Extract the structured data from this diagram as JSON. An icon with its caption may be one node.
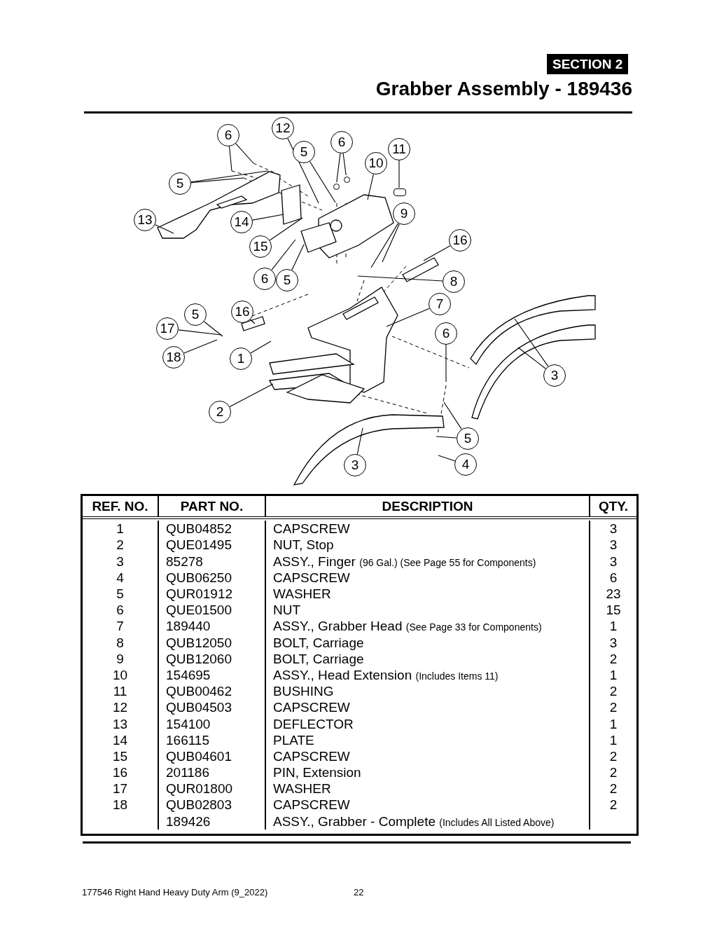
{
  "diagram": {
    "title": "Grabber Assembly - 189436",
    "nodes": [
      {
        "text": [
          "12"
        ]
      },
      {
        "text": [
          "6"
        ]
      },
      {
        "text": [
          "6"
        ]
      },
      {
        "text": [
          "11"
        ]
      },
      {
        "text": [
          "5"
        ]
      },
      {
        "text": [
          "10"
        ]
      },
      {
        "text": [
          "5"
        ]
      },
      {
        "text": [
          "9"
        ]
      },
      {
        "text": [
          "13"
        ]
      },
      {
        "text": [
          "14"
        ]
      },
      {
        "text": [
          "16"
        ]
      },
      {
        "text": [
          "15"
        ]
      },
      {
        "text": [
          "6"
        ]
      },
      {
        "text": [
          "5"
        ]
      },
      {
        "text": [
          "8"
        ]
      },
      {
        "text": [
          "7"
        ]
      },
      {
        "text": [
          "5"
        ]
      },
      {
        "text": [
          "16"
        ]
      },
      {
        "text": [
          "17"
        ]
      },
      {
        "text": [
          "6"
        ]
      },
      {
        "text": [
          "18"
        ]
      },
      {
        "text": [
          "1"
        ]
      },
      {
        "text": [
          "3"
        ]
      },
      {
        "text": [
          "2"
        ]
      },
      {
        "text": [
          "5"
        ]
      },
      {
        "text": [
          "3"
        ]
      },
      {
        "text": [
          "4"
        ]
      },
      {
        "text": [],
        "shape": "cylinder"
      },
      {
        "text": [],
        "shape": "circle"
      },
      {
        "text": [],
        "shape": "circle"
      }
    ],
    "edges": [
      {
        "from": 0,
        "to": null,
        "arrow": "none"
      },
      {
        "from": 1,
        "to": null,
        "arrow": "none"
      },
      {
        "from": 1,
        "to": null,
        "arrow": "none"
      },
      {
        "from": 2,
        "to": 29,
        "arrow": "none"
      },
      {
        "from": 2,
        "to": 28,
        "arrow": "none"
      },
      {
        "from": 3,
        "to": 27,
        "arrow": "none"
      },
      {
        "from": 4,
        "to": null,
        "arrow": "none"
      },
      {
        "from": 5,
        "to": null,
        "arrow": "none"
      },
      {
        "from": 6,
        "to": null,
        "arrow": "none"
      },
      {
        "from": 6,
        "to": null,
        "arrow": "none"
      },
      {
        "from": 7,
        "to": null,
        "arrow": "none"
      },
      {
        "from": 7,
        "to": null,
        "arrow": "none"
      },
      {
        "from": 8,
        "to": null,
        "arrow": "none"
      },
      {
        "from": 9,
        "to": null,
        "arrow": "none"
      },
      {
        "from": 10,
        "to": null,
        "arrow": "none"
      },
      {
        "from": 11,
        "to": null,
        "arrow": "none"
      },
      {
        "from": 12,
        "to": null,
        "arrow": "none"
      },
      {
        "from": 13,
        "to": null,
        "arrow": "none"
      },
      {
        "from": 14,
        "to": null,
        "arrow": "none"
      },
      {
        "from": 15,
        "to": null,
        "arrow": "none"
      },
      {
        "from": 16,
        "to": null,
        "arrow": "none"
      },
      {
        "from": 17,
        "to": null,
        "arrow": "none"
      },
      {
        "from": 18,
        "to": null,
        "arrow": "none"
      },
      {
        "from": 19,
        "to": null,
        "arrow": "none"
      },
      {
        "from": 20,
        "to": null,
        "arrow": "none"
      },
      {
        "from": 21,
        "to": null,
        "arrow": "none"
      },
      {
        "from": 22,
        "to": null,
        "arrow": "none"
      },
      {
        "from": 22,
        "to": null,
        "arrow": "none"
      },
      {
        "from": 23,
        "to": null,
        "arrow": "none"
      },
      {
        "from": 24,
        "to": null,
        "arrow": "none"
      },
      {
        "from": 24,
        "to": null,
        "arrow": "none"
      },
      {
        "from": 25,
        "to": null,
        "arrow": "none"
      },
      {
        "from": 26,
        "to": null,
        "arrow": "none"
      }
    ],
    "labels": [
      "SECTION 2",
      "REF. NO.",
      "PART NO.",
      "DESCRIPTION",
      "QTY.",
      "1",
      "QUB04852",
      "CAPSCREW",
      "3",
      "2",
      "QUE01495",
      "NUT, Stop",
      "3",
      "3",
      "85278",
      "ASSY., Finger",
      "(96 Gal.) (See Page 55 for Components)",
      "3",
      "4",
      "QUB06250",
      "CAPSCREW",
      "6",
      "5",
      "QUR01912",
      "WASHER",
      "23",
      "6",
      "QUE01500",
      "NUT",
      "15",
      "7",
      "189440",
      "ASSY., Grabber Head",
      "(See Page 33 for Components)",
      "1",
      "8",
      "QUB12050",
      "BOLT, Carriage",
      "3",
      "9",
      "QUB12060",
      "BOLT, Carriage",
      "2",
      "10",
      "154695",
      "ASSY., Head Extension",
      "(Includes Items 11)",
      "1",
      "11",
      "QUB00462",
      "BUSHING",
      "2",
      "12",
      "QUB04503",
      "CAPSCREW",
      "2",
      "13",
      "154100",
      "DEFLECTOR",
      "1",
      "14",
      "166115",
      "PLATE",
      "1",
      "15",
      "QUB04601",
      "CAPSCREW",
      "2",
      "16",
      "201186",
      "PIN, Extension",
      "2",
      "17",
      "QUR01800",
      "WASHER",
      "2",
      "18",
      "QUB02803",
      "CAPSCREW",
      "2",
      "189426",
      "ASSY., Grabber - Complete",
      "(Includes All Listed Above)",
      "177546 Right Hand Heavy Duty Arm (9_2022)",
      "22"
    ]
  }
}
